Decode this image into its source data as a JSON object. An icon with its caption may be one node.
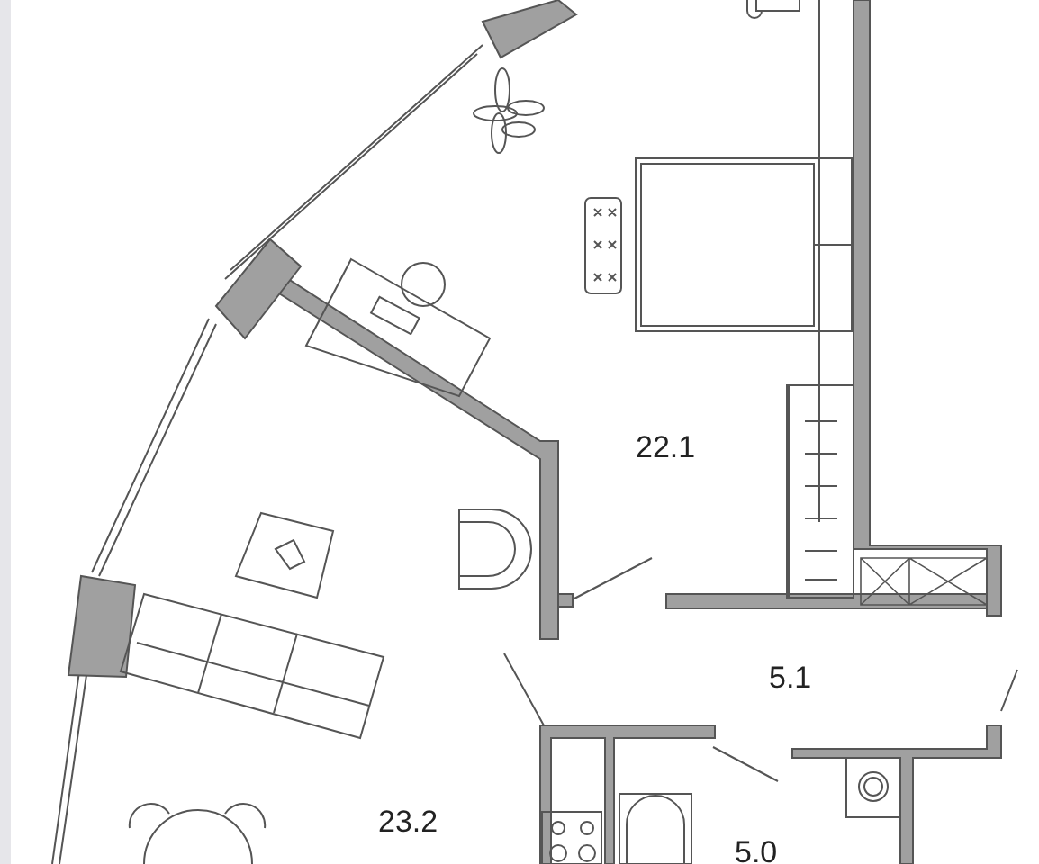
{
  "diagram": {
    "labels": [
      "22.1",
      "5.1",
      "23.2",
      "5.0"
    ]
  }
}
